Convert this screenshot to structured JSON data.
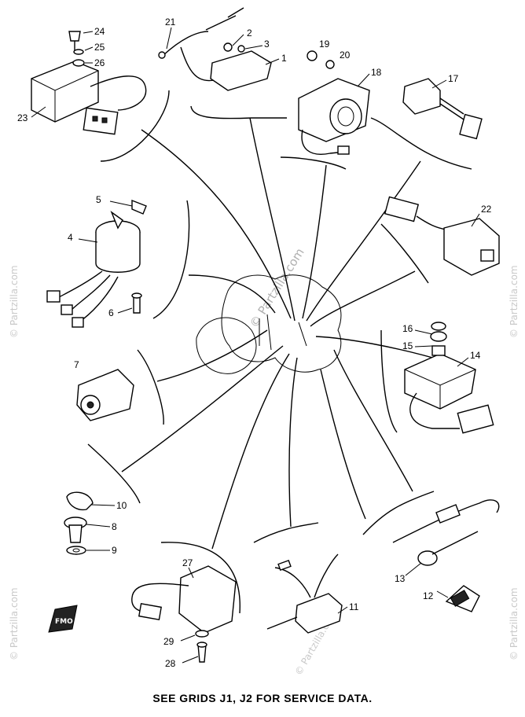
{
  "footer_text": "SEE GRIDS J1, J2 FOR SERVICE DATA.",
  "watermark_side": "© Partzilla.com",
  "watermark_center": "© Partzilla.com",
  "logo_text": "FMO",
  "callouts": {
    "c1": "1",
    "c2": "2",
    "c3": "3",
    "c4": "4",
    "c5": "5",
    "c6": "6",
    "c7": "7",
    "c8": "8",
    "c9": "9",
    "c10": "10",
    "c11": "11",
    "c12": "12",
    "c13": "13",
    "c14": "14",
    "c15": "15",
    "c16": "16",
    "c17": "17",
    "c18": "18",
    "c19": "19",
    "c20": "20",
    "c21": "21",
    "c22": "22",
    "c23": "23",
    "c24": "24",
    "c25": "25",
    "c26": "26",
    "c27": "27",
    "c28": "28",
    "c29": "29"
  }
}
